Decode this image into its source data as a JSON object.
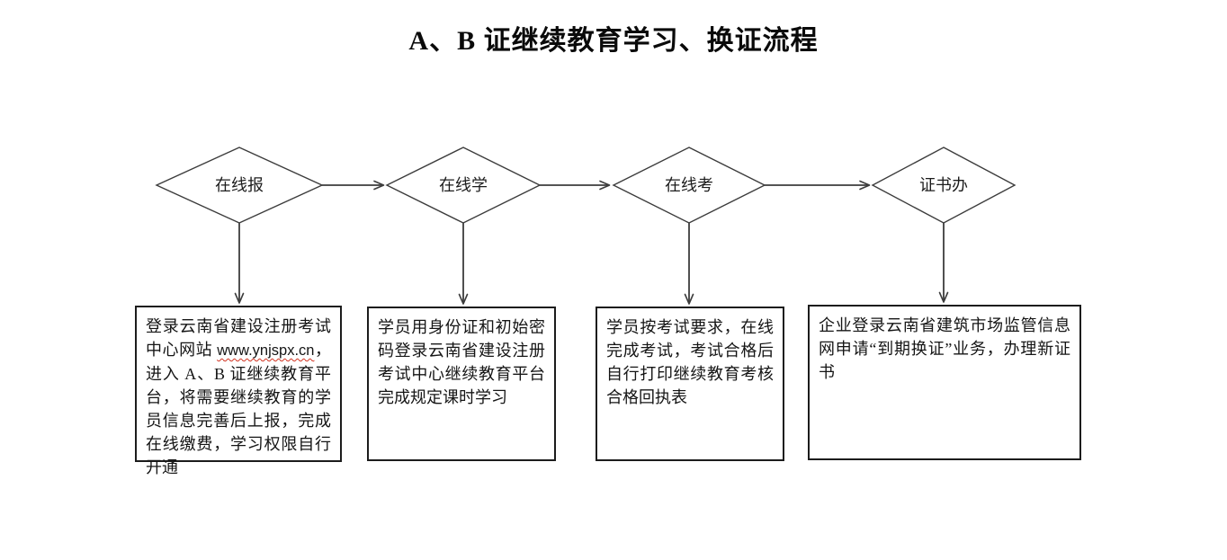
{
  "title": "A、B 证继续教育学习、换证流程",
  "steps": [
    {
      "label": "在线报"
    },
    {
      "label": "在线学"
    },
    {
      "label": "在线考"
    },
    {
      "label": "证书办"
    }
  ],
  "boxes": [
    {
      "text_before": "登录云南省建设注册考试中心网站 ",
      "url": "www.ynjspx.cn",
      "text_after": "，进入 A、B 证继续教育平台，将需要继续教育的学员信息完善后上报，完成在线缴费，学习权限自行开通"
    },
    {
      "text": "学员用身份证和初始密码登录云南省建设注册考试中心继续教育平台完成规定课时学习"
    },
    {
      "text": "学员按考试要求，在线完成考试，考试合格后自行打印继续教育考核合格回执表"
    },
    {
      "text": "企业登录云南省建筑市场监管信息网申请“到期换证”业务，办理新证书"
    }
  ],
  "colors": {
    "line": "#3c3c3c",
    "box_border": "#1c1c1c",
    "text": "#151515",
    "url_squiggle": "#d13220",
    "background": "#ffffff"
  }
}
